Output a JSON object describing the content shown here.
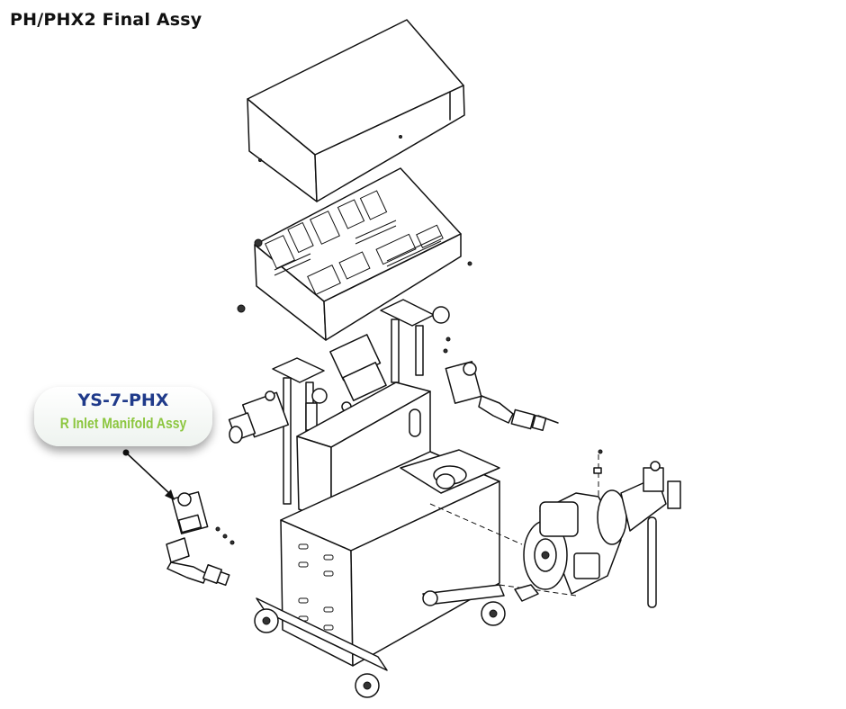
{
  "title": "PH/PHX2 Final Assy",
  "callout": {
    "part_number": "YS-7-PHX",
    "description": "R Inlet Manifold Assy",
    "colors": {
      "part_number": "#1f3a8a",
      "description": "#8cc63f"
    }
  },
  "icons": [
    "callout-arrow-icon"
  ]
}
